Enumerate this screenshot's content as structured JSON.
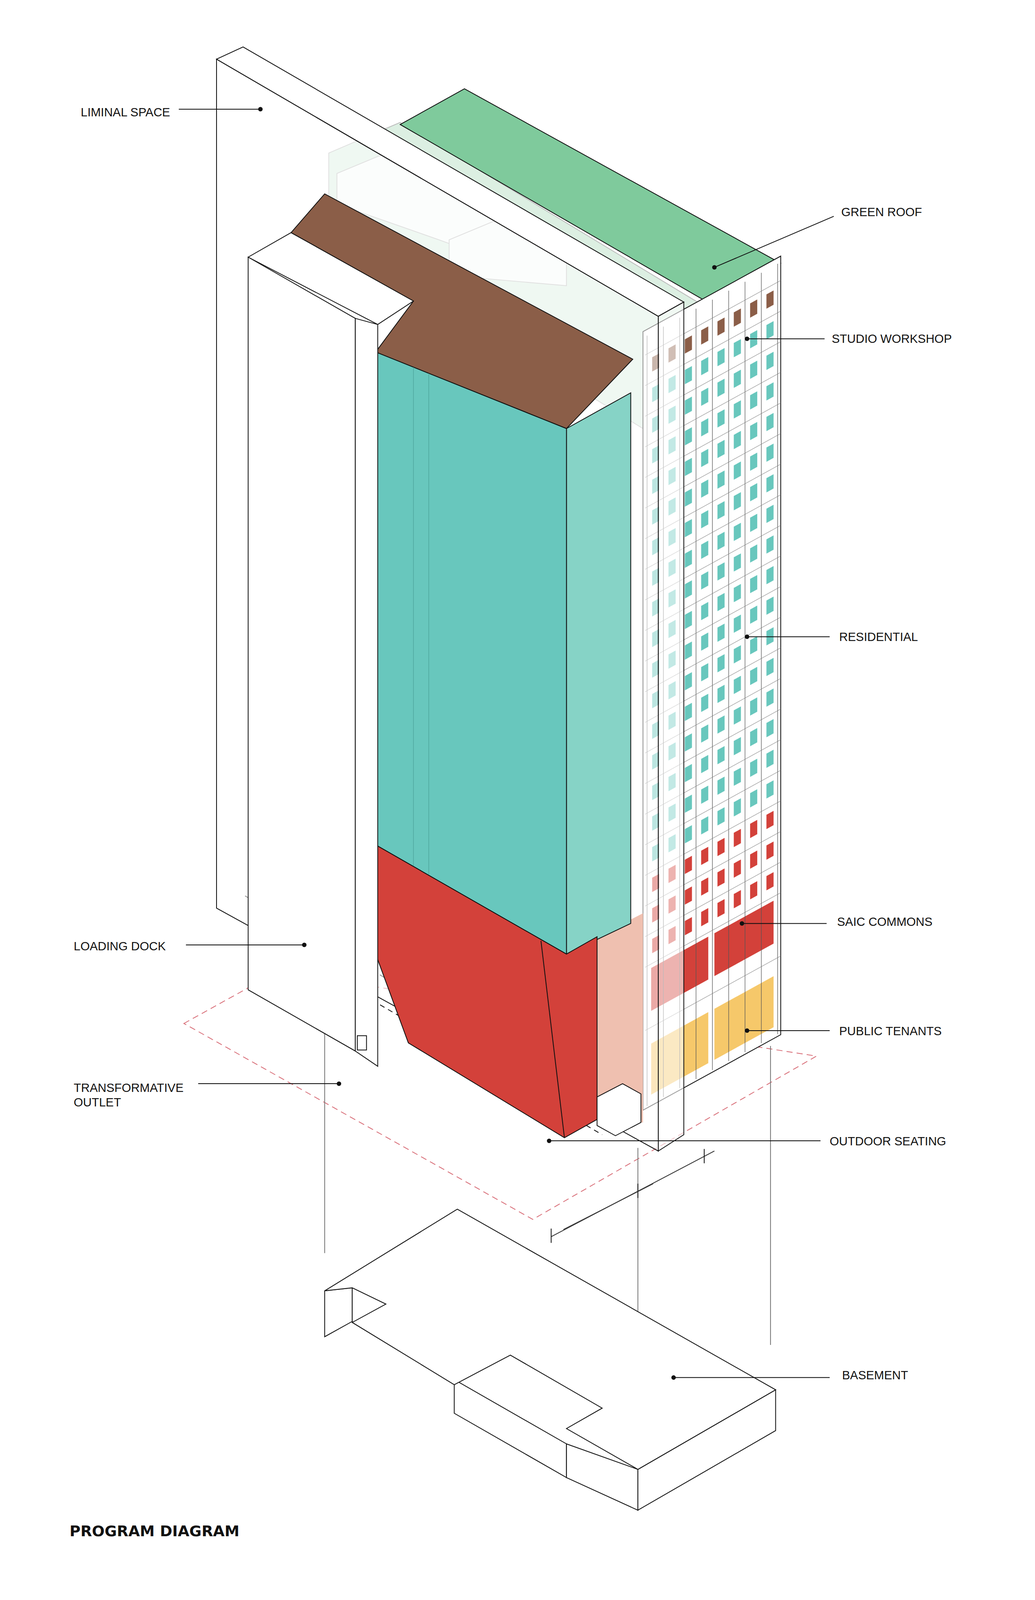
{
  "diagram": {
    "title": "PROGRAM DIAGRAM",
    "labels": [
      "LIMINAL SPACE",
      "GREEN ROOF",
      "STUDIO WORKSHOP",
      "RESIDENTIAL",
      "SAIC COMMONS",
      "LOADING DOCK",
      "PUBLIC TENANTS",
      "TRANSFORMATIVE OUTLET",
      "OUTDOOR SEATING",
      "BASEMENT"
    ]
  }
}
